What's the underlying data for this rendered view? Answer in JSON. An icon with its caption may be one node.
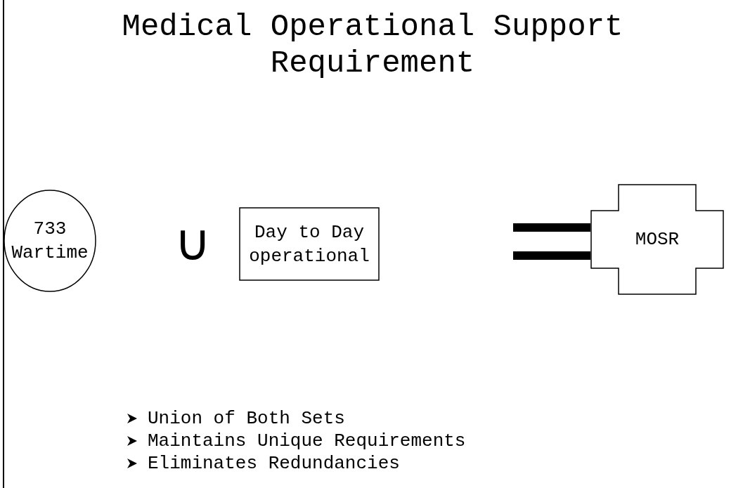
{
  "diagram": {
    "title": "Medical Operational Support Requirement",
    "nodes": [
      {
        "text": [
          "733 Wartime"
        ]
      },
      {
        "text": [
          "Day to Day operational"
        ]
      },
      {
        "text": [
          "MOSR"
        ]
      }
    ],
    "labels": [
      "∪",
      "Union of Both Sets",
      "Maintains Unique Requirements",
      "Eliminates Redundancies"
    ]
  }
}
